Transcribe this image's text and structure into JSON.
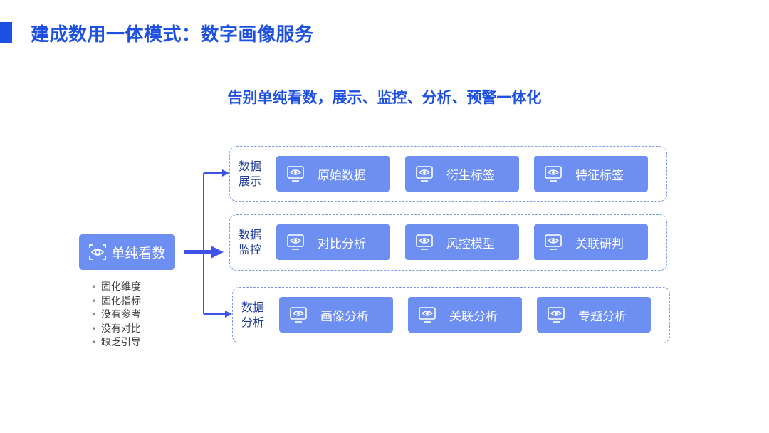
{
  "header": {
    "title": "建成数用一体模式：数字画像服务"
  },
  "subtitle": "告别单纯看数，展示、监控、分析、预警一体化",
  "source": {
    "label": "单纯看数",
    "icon": "eye-scan-icon",
    "bullets": [
      "固化维度",
      "固化指标",
      "没有参考",
      "没有对比",
      "缺乏引导"
    ]
  },
  "groups": [
    {
      "label_line1": "数据",
      "label_line2": "展示",
      "items": [
        {
          "label": "原始数据",
          "icon": "eye-monitor-icon"
        },
        {
          "label": "衍生标签",
          "icon": "eye-monitor-icon"
        },
        {
          "label": "特征标签",
          "icon": "eye-monitor-icon"
        }
      ]
    },
    {
      "label_line1": "数据",
      "label_line2": "监控",
      "items": [
        {
          "label": "对比分析",
          "icon": "eye-monitor-icon"
        },
        {
          "label": "风控模型",
          "icon": "eye-monitor-icon"
        },
        {
          "label": "关联研判",
          "icon": "eye-monitor-icon"
        }
      ]
    },
    {
      "label_line1": "数据",
      "label_line2": "分析",
      "items": [
        {
          "label": "画像分析",
          "icon": "eye-monitor-icon"
        },
        {
          "label": "关联分析",
          "icon": "eye-monitor-icon"
        },
        {
          "label": "专题分析",
          "icon": "eye-monitor-icon"
        }
      ]
    }
  ],
  "colors": {
    "accent": "#1d4fe0",
    "card": "#6d8ff2",
    "dashed_border": "#7e9ae6",
    "group_label": "#1f3c96"
  }
}
